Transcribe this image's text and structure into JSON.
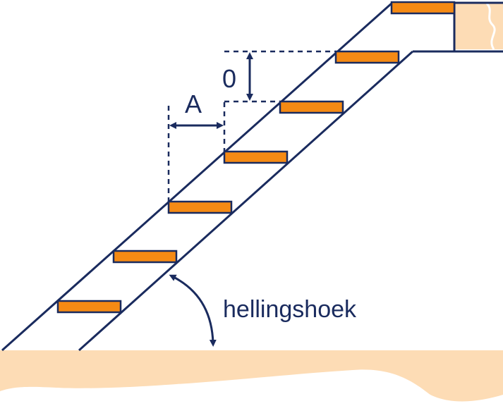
{
  "labels": {
    "rise": "0",
    "going": "A",
    "angle": "hellingshoek"
  },
  "colors": {
    "line": "#1a2b5e",
    "tread_fill": "#f58a14",
    "tread_stroke": "#1a2b5e",
    "ground": "#fddcb5",
    "background": "#ffffff"
  },
  "stair": {
    "tread_count": 7
  }
}
